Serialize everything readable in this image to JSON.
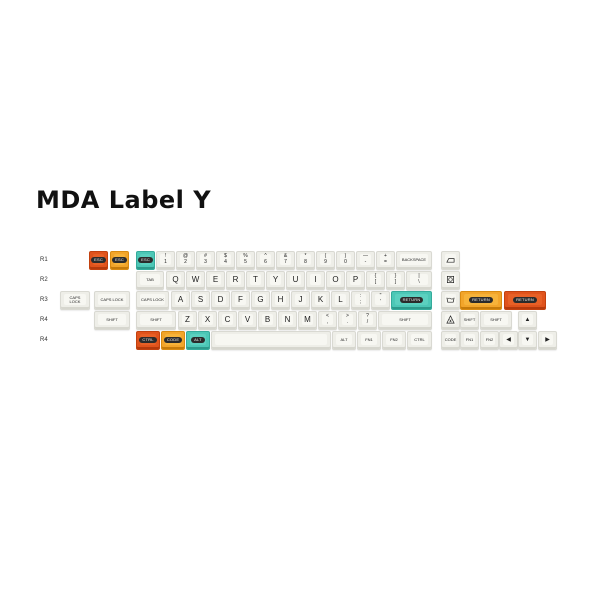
{
  "title": "MDA Label Y",
  "rows": [
    "R1",
    "R2",
    "R3",
    "R4",
    "R4"
  ],
  "r1": {
    "esc_a": "ESC",
    "esc_b": "ESC",
    "esc_c": "ESC",
    "num": [
      [
        "!",
        "1"
      ],
      [
        "@",
        "2"
      ],
      [
        "#",
        "3"
      ],
      [
        "$",
        "4"
      ],
      [
        "%",
        "5"
      ],
      [
        "^",
        "6"
      ],
      [
        "&",
        "7"
      ],
      [
        "*",
        "8"
      ],
      [
        "(",
        "9"
      ],
      [
        ")",
        "0"
      ],
      [
        "—",
        "-"
      ],
      [
        "+",
        "="
      ]
    ],
    "backspace": "BACKSPACE"
  },
  "r2": {
    "tab": "TAB",
    "letters": [
      "Q",
      "W",
      "E",
      "R",
      "T",
      "Y",
      "U",
      "I",
      "O",
      "P"
    ],
    "brackets": [
      [
        "{",
        "["
      ],
      [
        "}",
        "]"
      ],
      [
        "|",
        "\\"
      ]
    ]
  },
  "r3": {
    "caps_a": "CAPS LOCK",
    "caps_b": "CAPS LOCK",
    "caps_c": "CAPS LOCK",
    "letters": [
      "A",
      "S",
      "D",
      "F",
      "G",
      "H",
      "J",
      "K",
      "L"
    ],
    "punct": [
      [
        ":",
        ";"
      ],
      [
        "\"",
        "'"
      ]
    ],
    "return_a": "RETURN",
    "return_b": "RETURN",
    "return_c": "RETURN"
  },
  "r4": {
    "shift_a": "SHIFT",
    "shift_b": "SHIFT",
    "letters": [
      "Z",
      "X",
      "C",
      "V",
      "B",
      "N",
      "M"
    ],
    "punct": [
      [
        "<",
        ","
      ],
      [
        ">",
        "."
      ],
      [
        "?",
        "/"
      ]
    ],
    "shift_c": "SHIFT",
    "shift_d": "SHIFT",
    "shift_e": "SHIFT",
    "up": "▲"
  },
  "r5": {
    "ctrl_a": "CTRL",
    "code_a": "CODE",
    "alt_a": "ALT",
    "alt_b": "ALT",
    "fn1_a": "FN1",
    "fn2_a": "FN2",
    "ctrl_b": "CTRL",
    "code_b": "CODE",
    "fn1_b": "FN1",
    "fn2_b": "FN2",
    "left": "◀",
    "down": "▼",
    "right": "▶"
  },
  "colors": {
    "orange_dark": "#e0531c",
    "orange": "#f2a52a",
    "teal": "#4cc7b6",
    "base": "#eeeee8"
  }
}
